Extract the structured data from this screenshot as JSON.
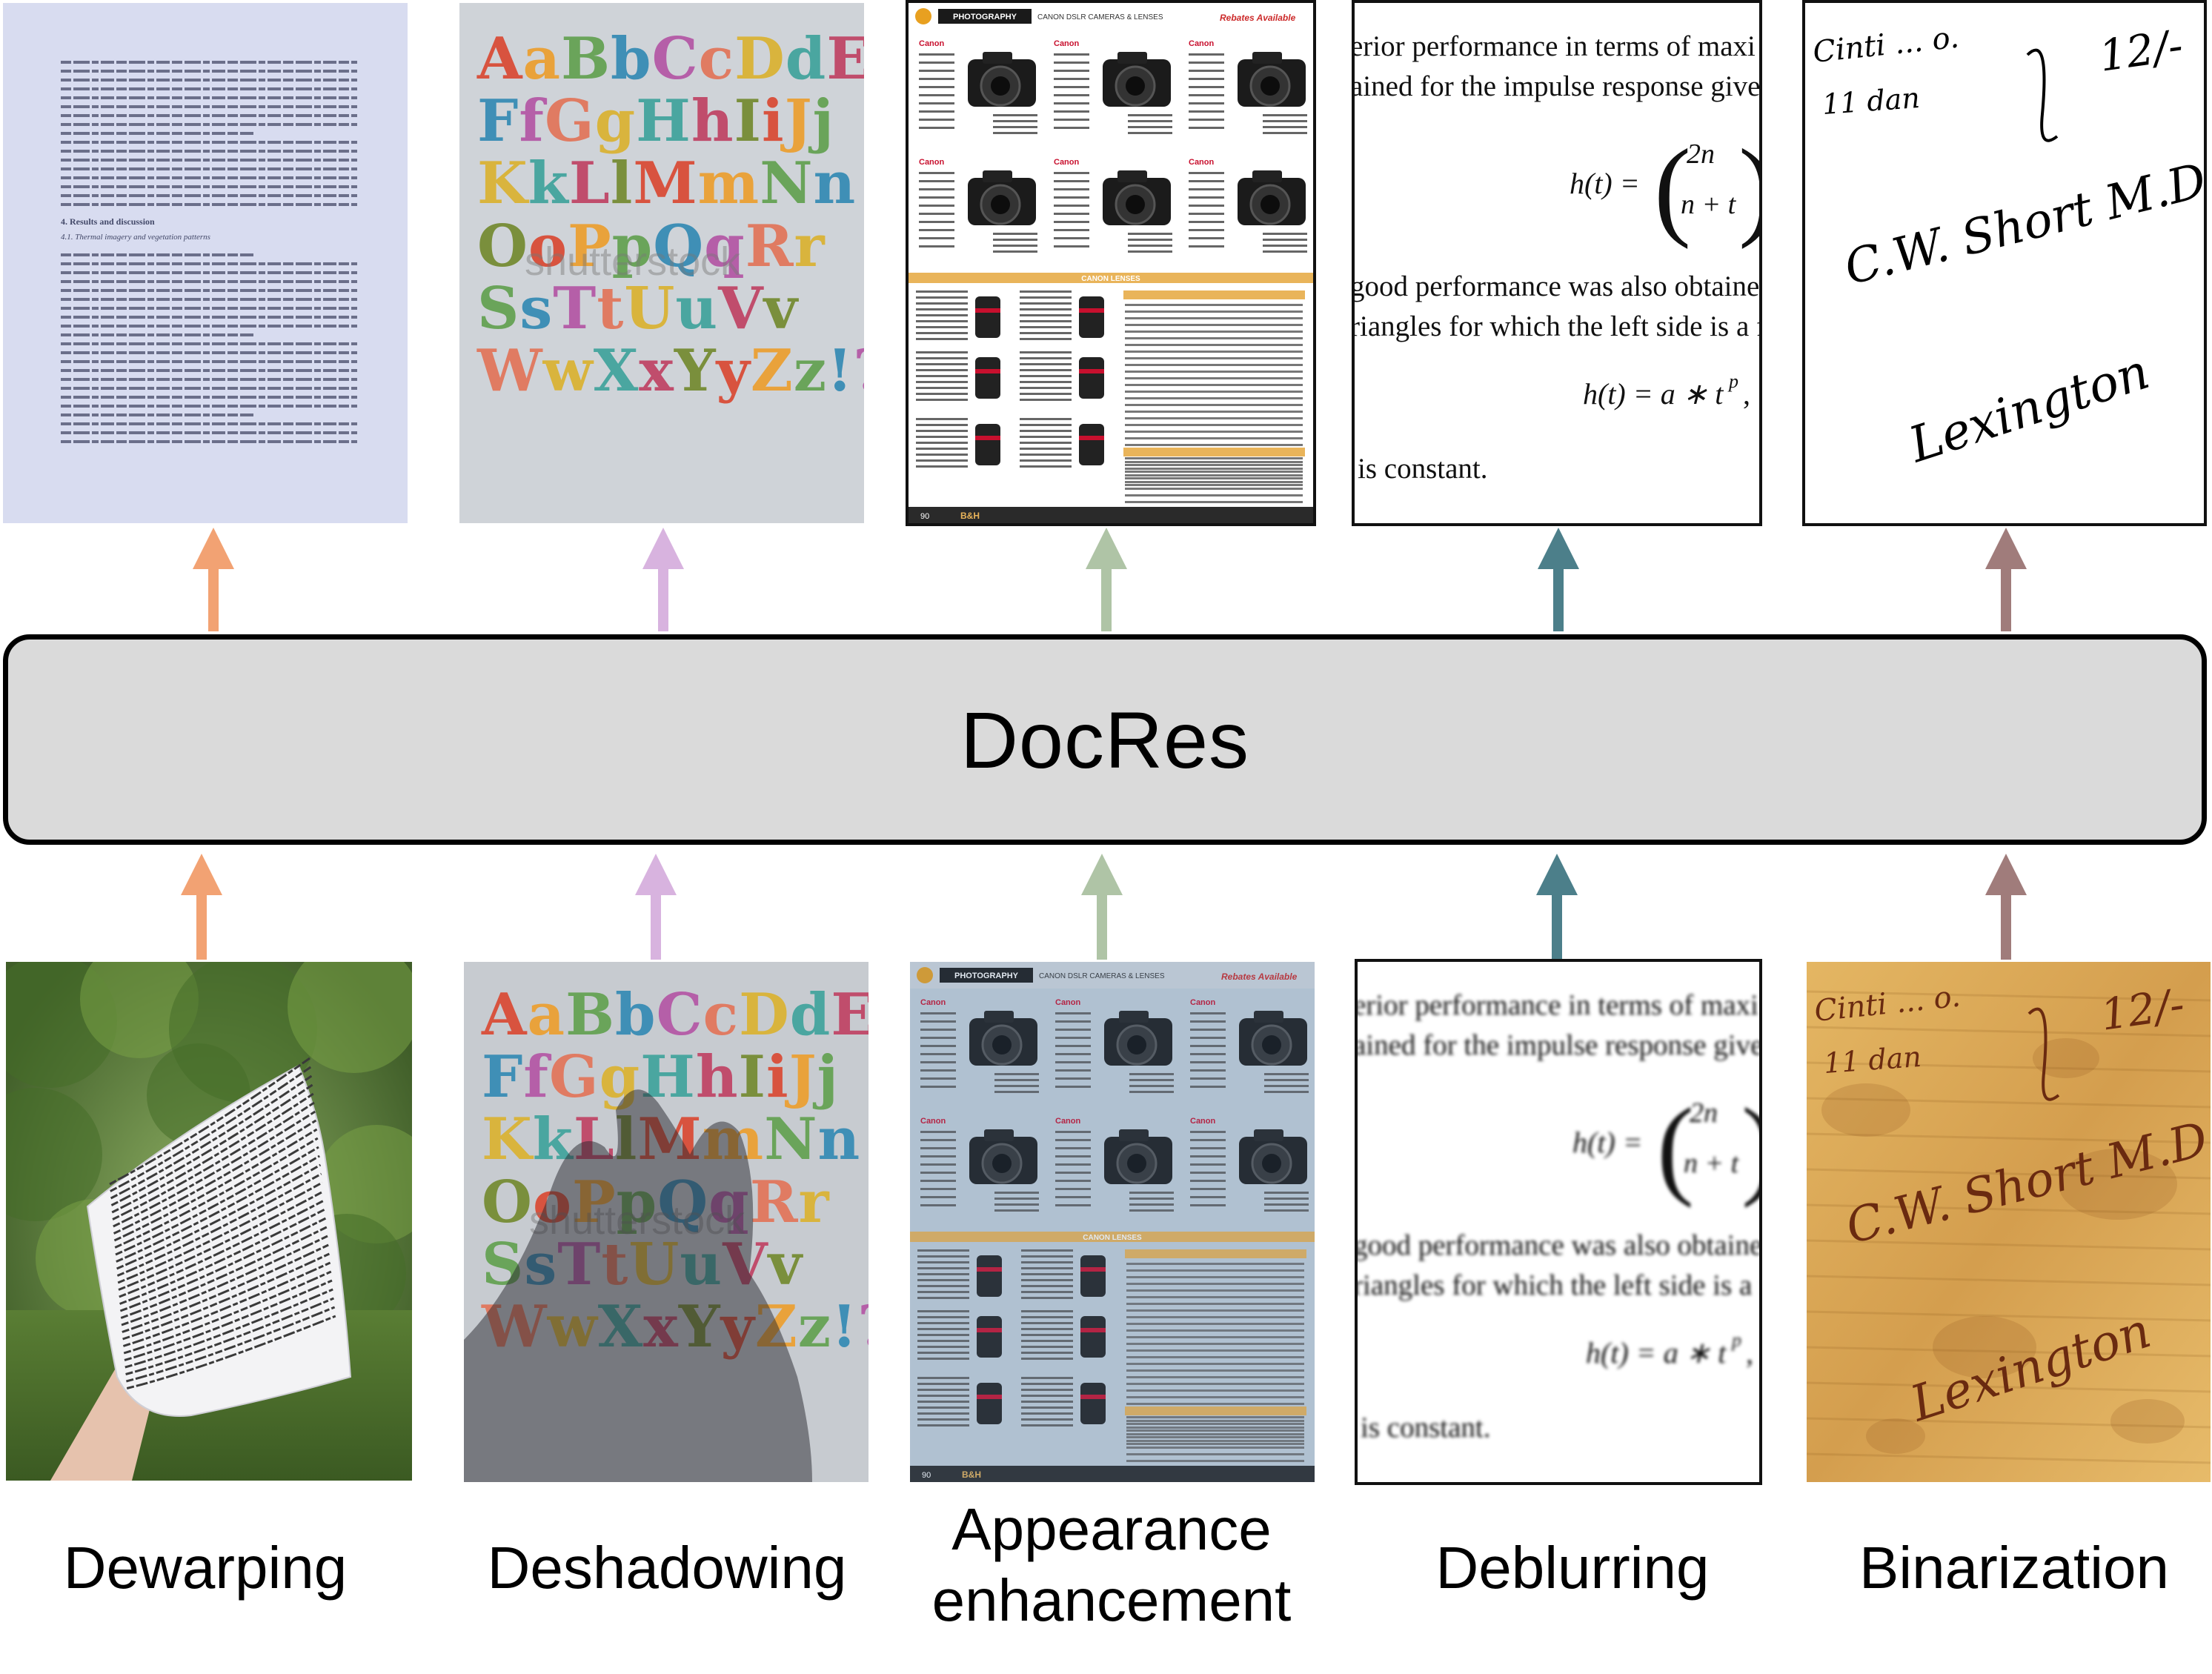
{
  "center_block": {
    "label": "DocRes"
  },
  "tasks": [
    {
      "label": "Dewarping",
      "color": "#f2a273"
    },
    {
      "label": "Deshadowing",
      "color": "#d8b3df"
    },
    {
      "label": "Appearance\nenhancement",
      "color": "#afc4a6"
    },
    {
      "label": "Deblurring",
      "color": "#4c7f8a"
    },
    {
      "label": "Binarization",
      "color": "#a07c7b"
    }
  ],
  "dewarping_page": {
    "section_heading": "4. Results and discussion",
    "subsection_heading": "4.1. Thermal imagery and vegetation patterns"
  },
  "deshadowing_page": {
    "alphabet_rows": [
      "AaBbCcDdEe",
      "FfGgHhIiJj",
      "KkLlMmNn",
      "OoPpQqRr",
      "SsTtUuVv",
      "WwXxYyZz!?"
    ],
    "watermark": "shutterstock"
  },
  "catalog_page": {
    "header_tag": "PHOTOGRAPHY",
    "header_title": "CANON DSLR CAMERAS & LENSES",
    "badge": "Rebates Available",
    "brand": "Canon",
    "section_banner": "CANON LENSES",
    "footer_logo": "B&H",
    "page_number": "90"
  },
  "deblur_page": {
    "line1": "erior performance in terms of maxi",
    "line2": "ained for the impulse response given",
    "eq1_lhs": "h(t) =",
    "eq1_top": "2n",
    "eq1_bottom": "n + t",
    "line3": "good performance was also obtained f",
    "line4": "riangles for which the left side is a f",
    "eq2": "h(t) = a ∗ t",
    "eq2_sup": "p",
    "eq2_tail": ",",
    "line5": "is constant."
  },
  "binarization_page": {
    "text1": "Cinti ... o.",
    "text2": "11 dan",
    "text3": "12/-",
    "signature": "C.W. Short M.D.",
    "place": "Lexington"
  }
}
